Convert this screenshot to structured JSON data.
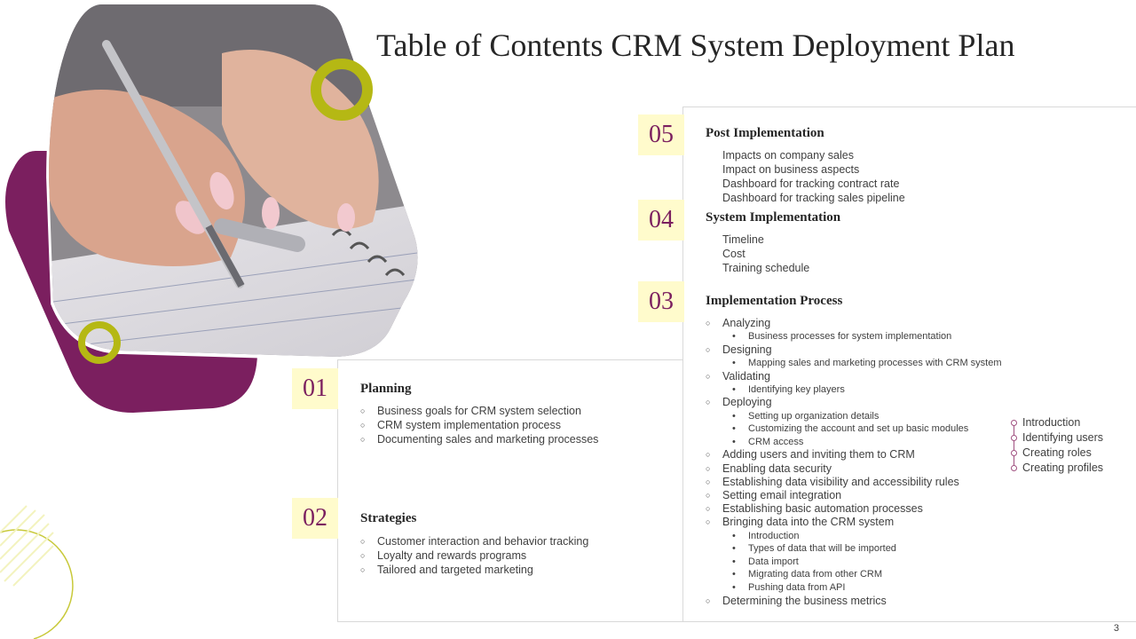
{
  "title": "Table of Contents  CRM System Deployment Plan",
  "colors": {
    "accent_purple": "#7b1f5f",
    "accent_yellow_green": "#b5b814",
    "number_bg": "#fffbcc"
  },
  "sections": [
    {
      "number": "01",
      "heading": "Planning",
      "items": [
        "Business goals for CRM system selection",
        "CRM system implementation  process",
        "Documenting  sales and marketing processes"
      ]
    },
    {
      "number": "02",
      "heading": "Strategies",
      "items": [
        "Customer interaction and behavior tracking",
        "Loyalty and rewards  programs",
        "Tailored  and targeted marketing"
      ]
    },
    {
      "number": "03",
      "heading": "Implementation Process"
    },
    {
      "number": "04",
      "heading": "System Implementation",
      "items": [
        "Timeline",
        "Cost",
        "Training  schedule"
      ]
    },
    {
      "number": "05",
      "heading": "Post Implementation",
      "items": [
        "Impacts on company sales",
        "Impact on business aspects",
        "Dashboard  for tracking contract rate",
        "Dashboard  for tracking sales pipeline"
      ]
    }
  ],
  "process": [
    {
      "level": 1,
      "text": "Analyzing"
    },
    {
      "level": 2,
      "text": "Business processes for system implementation"
    },
    {
      "level": 1,
      "text": "Designing"
    },
    {
      "level": 2,
      "text": "Mapping sales and marketing processes with CRM system"
    },
    {
      "level": 1,
      "text": "Validating"
    },
    {
      "level": 2,
      "text": "Identifying key players"
    },
    {
      "level": 1,
      "text": "Deploying"
    },
    {
      "level": 2,
      "text": "Setting up organization details"
    },
    {
      "level": 2,
      "text": "Customizing the account and set up basic modules"
    },
    {
      "level": 2,
      "text": "CRM access"
    },
    {
      "level": 1,
      "text": "Adding users and inviting  them to CRM"
    },
    {
      "level": 1,
      "text": "Enabling data security"
    },
    {
      "level": 1,
      "text": "Establishing data visibility and accessibility rules"
    },
    {
      "level": 1,
      "text": "Setting email integration"
    },
    {
      "level": 1,
      "text": "Establishing basic automation processes"
    },
    {
      "level": 1,
      "text": "Bringing data into the CRM system"
    },
    {
      "level": 2,
      "text": "Introduction"
    },
    {
      "level": 2,
      "text": "Types of data that will be imported"
    },
    {
      "level": 2,
      "text": "Data import"
    },
    {
      "level": 2,
      "text": "Migrating data from other CRM"
    },
    {
      "level": 2,
      "text": "Pushing data from API"
    },
    {
      "level": 1,
      "text": "Determining   the business metrics"
    }
  ],
  "timeline": [
    "Introduction",
    "Identifying users",
    "Creating roles",
    "Creating profiles"
  ],
  "page_number": "3"
}
